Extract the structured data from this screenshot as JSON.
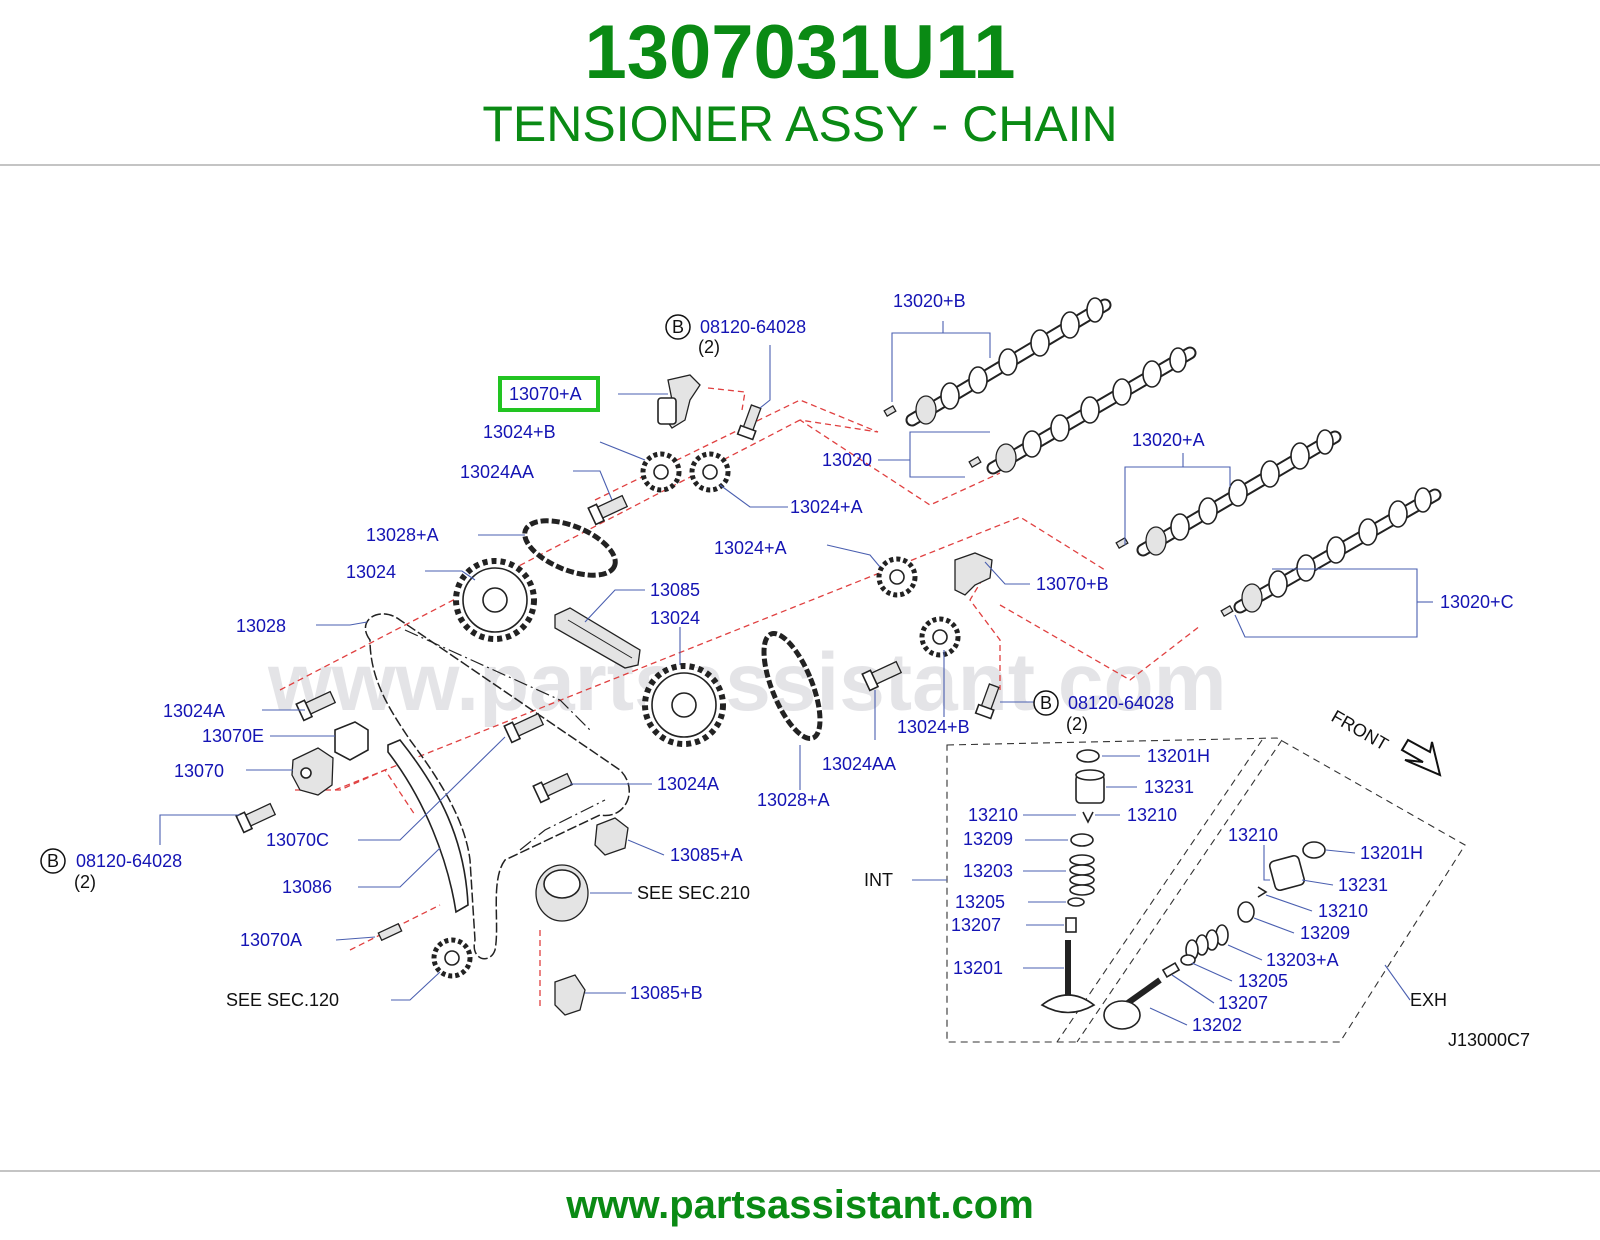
{
  "header": {
    "part_number": "1307031U11",
    "title": "TENSIONER ASSY - CHAIN"
  },
  "footer": {
    "url": "www.partsassistant.com"
  },
  "watermark": "www.partsassistant.com",
  "diagram": {
    "code": "J13000C7",
    "highlight_color": "#22c422",
    "label_color": "#1414b4",
    "brand_color": "#0a8a14",
    "callouts": {
      "c13020b": "13020+B",
      "c13020": "13020",
      "c13020a": "13020+A",
      "c13020c": "13020+C",
      "c13070a_hl": "13070+A",
      "c13024b_top": "13024+B",
      "c13024aa_top": "13024AA",
      "c13024a_top": "13024+A",
      "c13028a_left": "13028+A",
      "c13024_left": "13024",
      "c13028": "13028",
      "c13024a_mid": "13024+A",
      "c13070b": "13070+B",
      "c13085": "13085",
      "c13024_mid": "13024",
      "c13024a_bolt1": "13024A",
      "c13070e": "13070E",
      "c13070": "13070",
      "c13070c": "13070C",
      "c13086": "13086",
      "c13070a": "13070A",
      "c13024a_bolt2": "13024A",
      "c13085a": "13085+A",
      "c13085b": "13085+B",
      "c13024b_mid": "13024+B",
      "c13024aa_mid": "13024AA",
      "c13028a_right": "13028+A",
      "bolt_top": "08120-64028",
      "bolt_left": "08120-64028",
      "bolt_right": "08120-64028",
      "qty_top": "(2)",
      "qty_left": "(2)",
      "qty_right": "(2)",
      "b_marker": "B",
      "see_210": "SEE   SEC.210",
      "see_120": "SEE   SEC.120",
      "front": "FRONT",
      "int": "INT",
      "exh": "EXH",
      "v13201h_int": "13201H",
      "v13231_int": "13231",
      "v13210_int_l": "13210",
      "v13210_int_r": "13210",
      "v13209_int": "13209",
      "v13203_int": "13203",
      "v13205_int": "13205",
      "v13207_int": "13207",
      "v13201_int": "13201",
      "v13210_exh_top": "13210",
      "v13201h_exh": "13201H",
      "v13231_exh": "13231",
      "v13210_exh": "13210",
      "v13209_exh": "13209",
      "v13203a_exh": "13203+A",
      "v13205_exh": "13205",
      "v13207_exh": "13207",
      "v13202_exh": "13202"
    }
  }
}
